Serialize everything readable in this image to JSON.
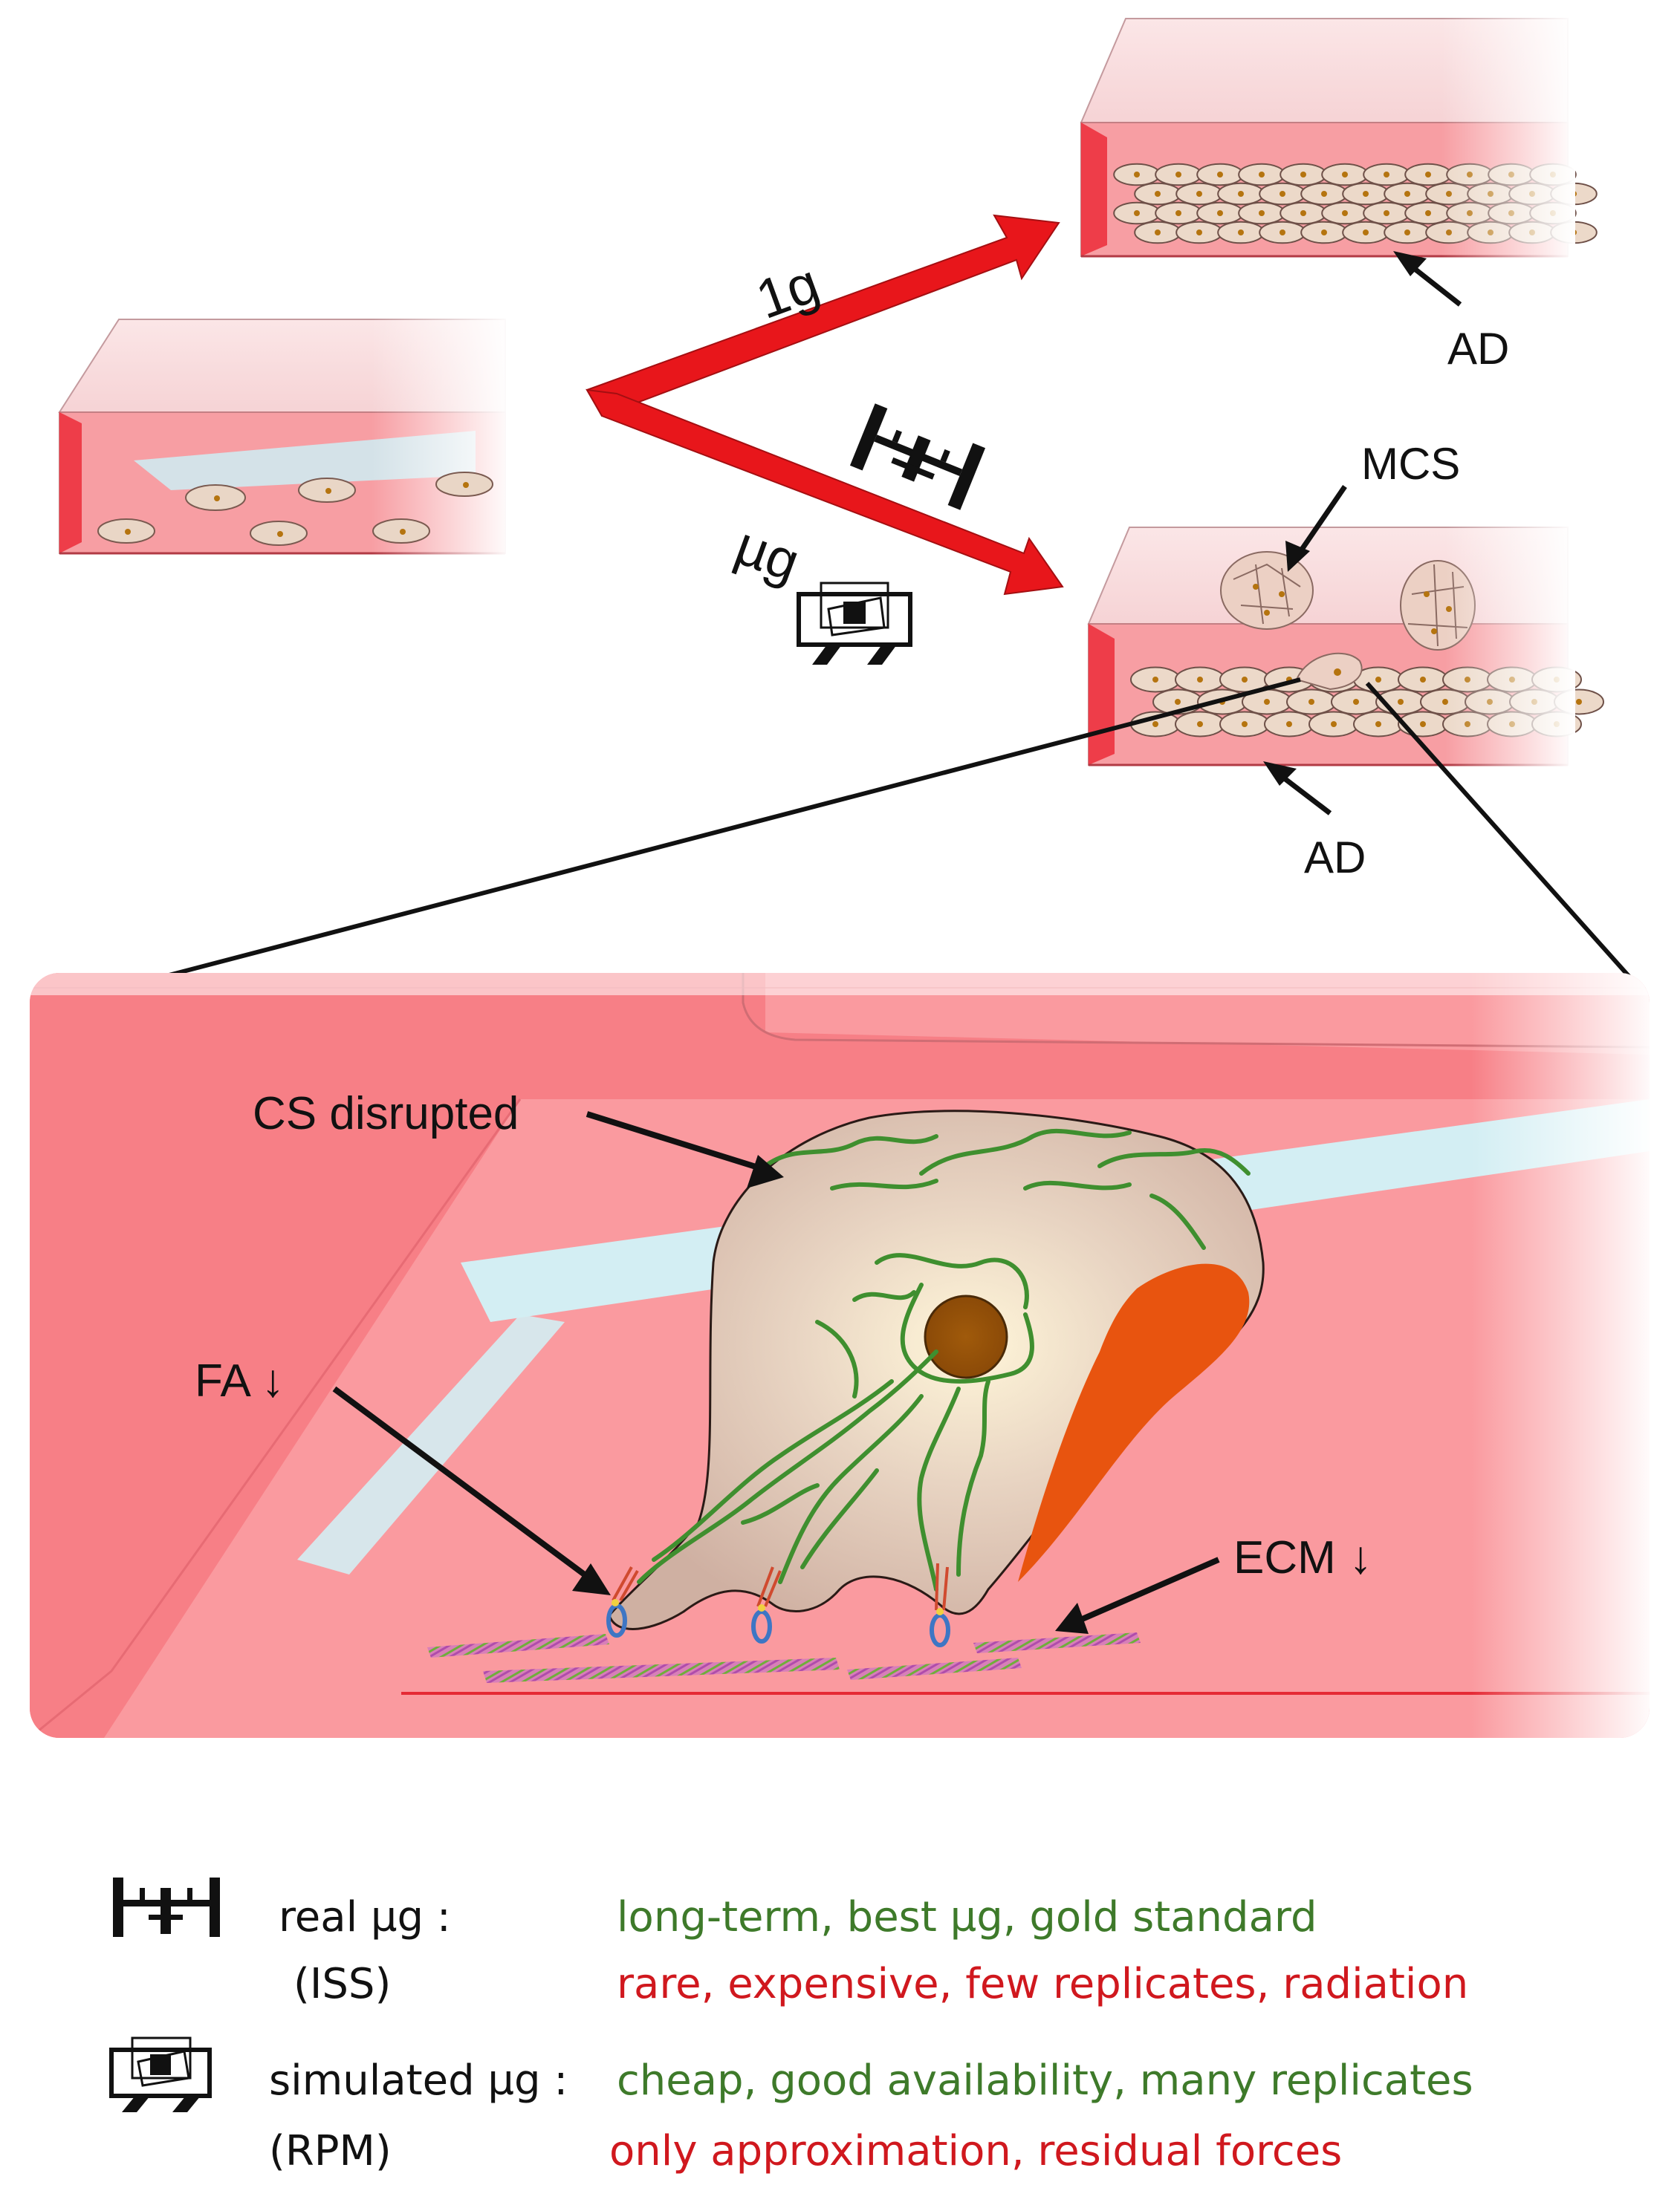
{
  "labels": {
    "one_g": "1g",
    "mu_g": "µg",
    "ad_top": "AD",
    "ad_bottom": "AD",
    "mcs": "MCS",
    "cs_disrupted": "CS disrupted",
    "fa": "FA",
    "ecm": "ECM",
    "down_arrow": "↓"
  },
  "legend": [
    {
      "icon": "iss-icon",
      "name": "real µg :",
      "abbr": "(ISS)",
      "pros": "long-term, best µg, gold standard",
      "cons": "rare, expensive, few replicates, radiation"
    },
    {
      "icon": "rpm-icon",
      "name": "simulated µg :",
      "abbr": "(RPM)",
      "pros": "cheap,  good availability, many replicates",
      "cons": "only approximation, residual forces"
    }
  ],
  "colors": {
    "arrow_red": "#e8161b",
    "flask_pink": "#f59ca0",
    "flask_red": "#ee3d49",
    "pros_green": "#3e7a2a",
    "cons_red": "#d0181e",
    "cytoskeleton": "#3f8f2f",
    "nucleus": "#a0580c"
  }
}
